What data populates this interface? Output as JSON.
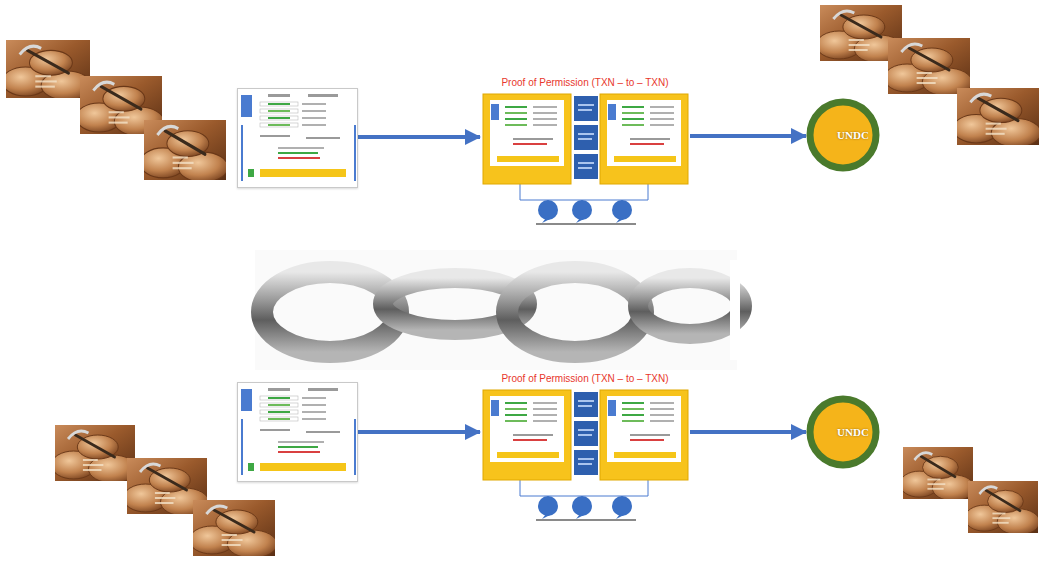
{
  "diagram": {
    "nodes": [
      {
        "text": []
      },
      {
        "text": [
          "Proof of Permission (TXN – to – TXN)"
        ]
      },
      {
        "text": [
          "UNDC"
        ]
      },
      {
        "text": []
      },
      {
        "text": [
          "Proof of Permission (TXN – to – TXN)"
        ]
      },
      {
        "text": [
          "UNDC"
        ]
      }
    ],
    "edges": [
      {
        "from": 0,
        "to": 1,
        "arrow": "to"
      },
      {
        "from": 1,
        "to": 2,
        "arrow": "to"
      },
      {
        "from": 3,
        "to": 4,
        "arrow": "to"
      },
      {
        "from": 4,
        "to": 5,
        "arrow": "to"
      }
    ]
  }
}
